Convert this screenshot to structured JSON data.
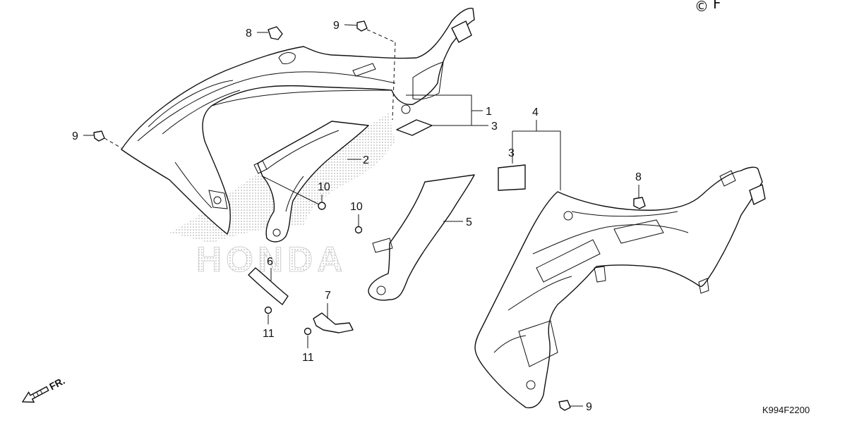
{
  "diagram": {
    "part_code": "K994F2200",
    "copyright_symbol": "©",
    "copyright_fragment": "F",
    "watermark_text": "HONDA",
    "direction_label": "FR.",
    "callouts": {
      "c1": "1",
      "c2": "2",
      "c3a": "3",
      "c3b": "3",
      "c4": "4",
      "c5": "5",
      "c6": "6",
      "c7": "7",
      "c8a": "8",
      "c8b": "8",
      "c9a": "9",
      "c9b": "9",
      "c9c": "9",
      "c10a": "10",
      "c10b": "10",
      "c11a": "11",
      "c11b": "11"
    }
  }
}
